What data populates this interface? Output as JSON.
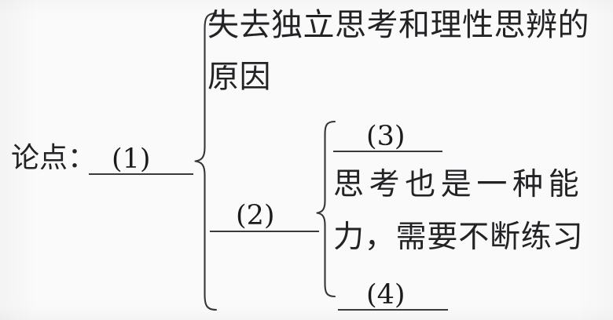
{
  "document": {
    "type": "outline-diagram",
    "subject_label": "论点：",
    "ink_color": "#232326",
    "rule_color": "#3a3a3c",
    "background_color": "#fbfafa"
  },
  "root": {
    "label": "论点：",
    "blank": "(1)"
  },
  "branches": {
    "first": {
      "line1": "失去独立思考和理性思辨的",
      "line2": "原因"
    },
    "second": {
      "blank": "(2)",
      "children": {
        "top_blank": "(3)",
        "middle_line1": "思考也是一种能",
        "middle_line2": "力，需要不断练习",
        "bottom_blank": "(4)"
      }
    }
  },
  "blanks": {
    "b1": "(1)",
    "b2": "(2)",
    "b3": "(3)",
    "b4": "(4)"
  },
  "braces": {
    "outer_name": "outer-curly-brace",
    "inner_name": "inner-curly-brace"
  }
}
